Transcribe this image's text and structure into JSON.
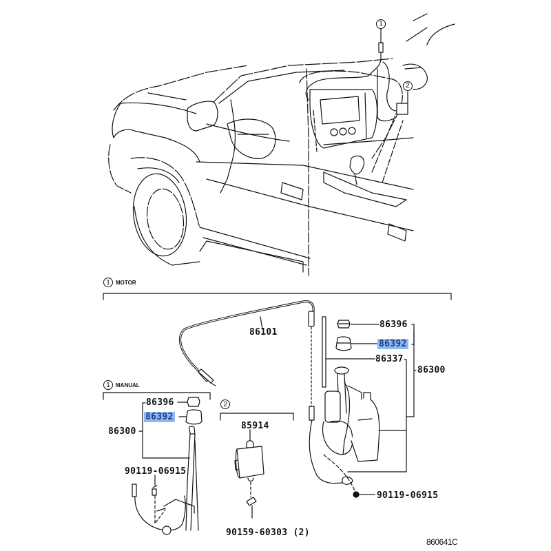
{
  "diagram": {
    "type": "parts-exploded-view",
    "subject": "Antenna assembly (power & manual) with vehicle location view",
    "document_id": "860641C",
    "highlight_color": "#8fb8ee",
    "highlight_text_color": "#1a3f8f",
    "overview_callouts": [
      {
        "number": "1",
        "refers_to": "antenna"
      },
      {
        "number": "2",
        "refers_to": "relay"
      }
    ],
    "sections": {
      "motor": {
        "callout": "1",
        "title": "MOTOR",
        "parts": {
          "cable": "86101",
          "nut": "86396",
          "bezel": "86392",
          "mast": "86337",
          "assembly": "86300",
          "bolt": "90119-06915"
        }
      },
      "manual": {
        "callout": "1",
        "title": "MANUAL",
        "parts": {
          "nut": "86396",
          "bezel": "86392",
          "assembly": "86300",
          "bolt": "90119-06915"
        }
      },
      "relay": {
        "callout": "2",
        "parts": {
          "relay": "85914",
          "bolt": "90159-60303 (2)"
        }
      }
    },
    "highlighted_part": "86392"
  }
}
